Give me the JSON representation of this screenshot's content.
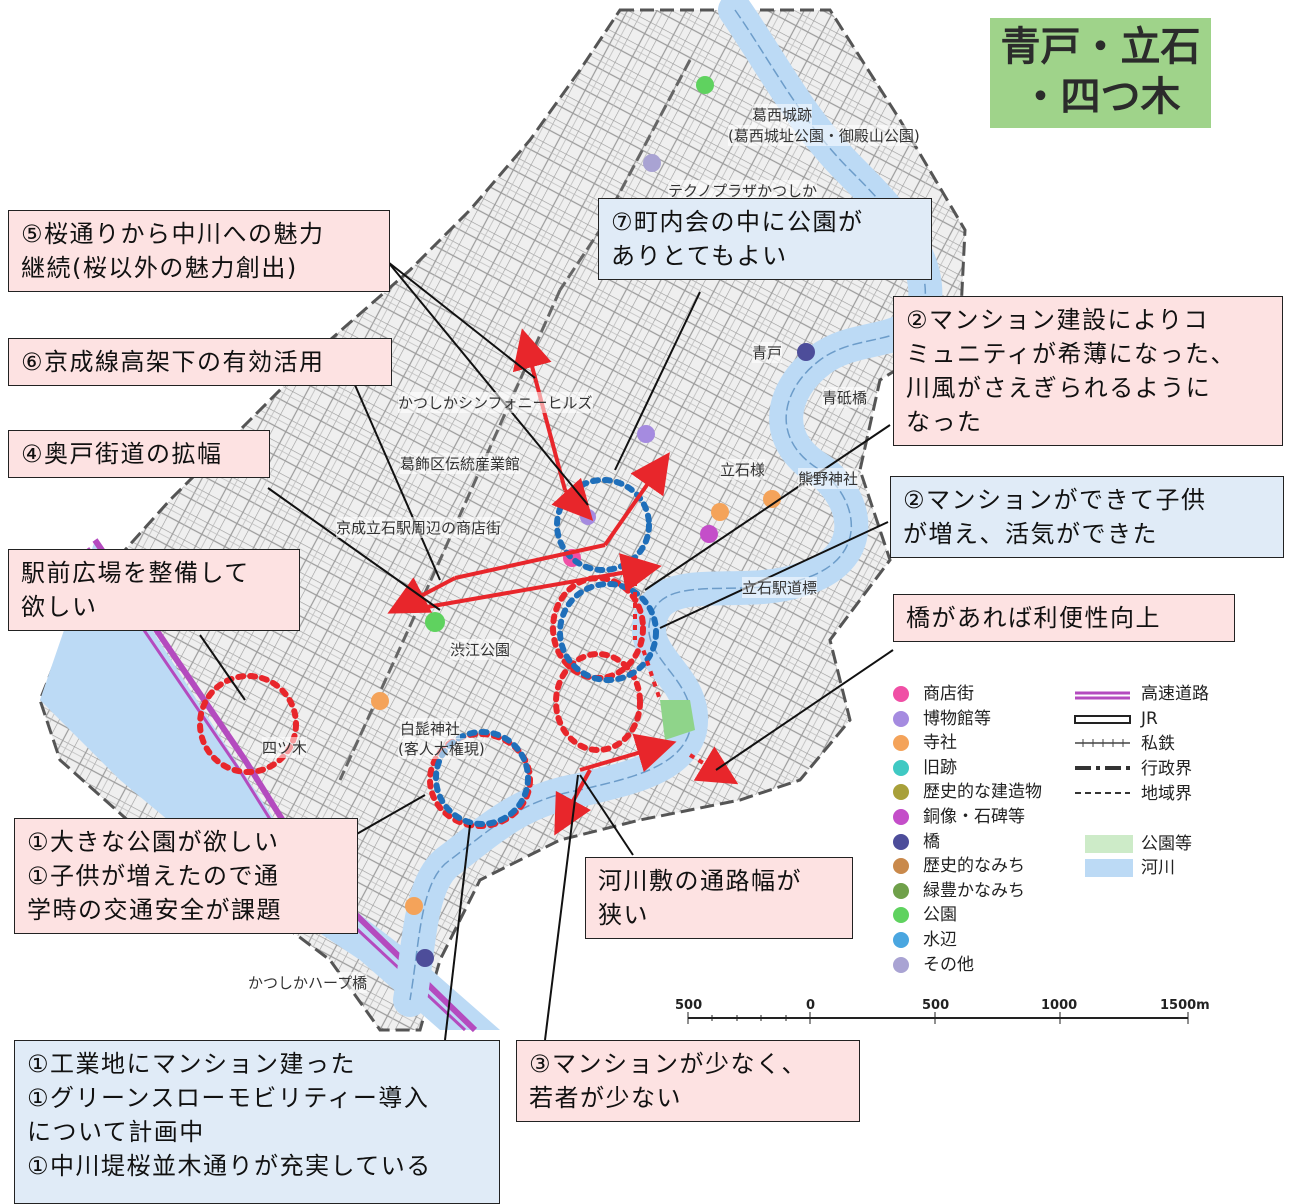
{
  "title": {
    "line1": "青戸・立石",
    "line2": "・四つ木"
  },
  "callouts": {
    "c5": {
      "line1": "⑤桜通りから中川への魅力",
      "line2": "継続(桜以外の魅力創出)"
    },
    "c7": {
      "line1": "⑦町内会の中に公園が",
      "line2": "ありとてもよい"
    },
    "c2a": {
      "line1": "②マンション建設によりコ",
      "line2": "ミュニティが希薄になった、",
      "line3": "川風がさえぎられるように",
      "line4": "なった"
    },
    "c6": {
      "line1": "⑥京成線高架下の有効活用"
    },
    "c4": {
      "line1": "④奥戸街道の拡幅"
    },
    "c2b": {
      "line1": "②マンションができて子供",
      "line2": "が増え、活気ができた"
    },
    "cst": {
      "line1": "駅前広場を整備して",
      "line2": "欲しい"
    },
    "cbr": {
      "line1": "橋があれば利便性向上"
    },
    "c1a": {
      "line1": "①大きな公園が欲しい",
      "line2": "①子供が増えたので通",
      "line3": "学時の交通安全が課題"
    },
    "crv": {
      "line1": "河川敷の通路幅が",
      "line2": "狭い"
    },
    "c1b": {
      "line1": "①工業地にマンション建った",
      "line2": "①グリーンスローモビリティー導入",
      "line3": "について計画中",
      "line4": "①中川堤桜並木通りが充実している"
    },
    "c3": {
      "line1": "③マンションが少なく、",
      "line2": "若者が少ない"
    }
  },
  "map_labels": {
    "kasai_castle": "葛西城跡",
    "kasai_castle_park": "(葛西城址公園・御殿山公園)",
    "techno_plaza": "テクノプラザかつしか",
    "aoto": "青戸",
    "aoto_bridge": "青砥橋",
    "symphony_hills": "かつしかシンフォニーヒルズ",
    "craft_museum": "葛飾区伝統産業館",
    "tateishi_sama": "立石様",
    "kumano_shrine": "熊野神社",
    "tateishi_shopping": "京成立石駅周辺の商店街",
    "station_marker": "立石駅道標",
    "shibue_park": "渋江公園",
    "shirahige_shrine": "白髭神社",
    "kyaku_gongen": "(客人大権現)",
    "yotsugi": "四ツ木",
    "harp_bridge": "かつしかハープ橋"
  },
  "legend": {
    "left": [
      {
        "label": "商店街",
        "color": "#f04fa5"
      },
      {
        "label": "博物館等",
        "color": "#a58be0"
      },
      {
        "label": "寺社",
        "color": "#f4a35a"
      },
      {
        "label": "旧跡",
        "color": "#3fc9c3"
      },
      {
        "label": "歴史的な建造物",
        "color": "#a8a03a"
      },
      {
        "label": "銅像・石碑等",
        "color": "#c44ec9"
      },
      {
        "label": "橋",
        "color": "#4d4d9a"
      },
      {
        "label": "歴史的なみち",
        "color": "#c9894b"
      },
      {
        "label": "緑豊かなみち",
        "color": "#6fa04a"
      },
      {
        "label": "公園",
        "color": "#5fd25f"
      },
      {
        "label": "水辺",
        "color": "#4aa6e0"
      },
      {
        "label": "その他",
        "color": "#a9a3d3"
      }
    ],
    "right": {
      "expressway": "高速道路",
      "jr": "JR",
      "private_rail": "私鉄",
      "admin_boundary": "行政界",
      "district_boundary": "地域界",
      "park_area": "公園等",
      "river": "河川"
    }
  },
  "scale": {
    "ticks": [
      "500",
      "0",
      "500",
      "1000",
      "1500m"
    ]
  },
  "colors": {
    "river": "#bcdaf5",
    "park": "#cdebc8",
    "annotation_red": "#e8262b",
    "annotation_blue": "#1f6fba",
    "expressway": "#b44bbf"
  }
}
